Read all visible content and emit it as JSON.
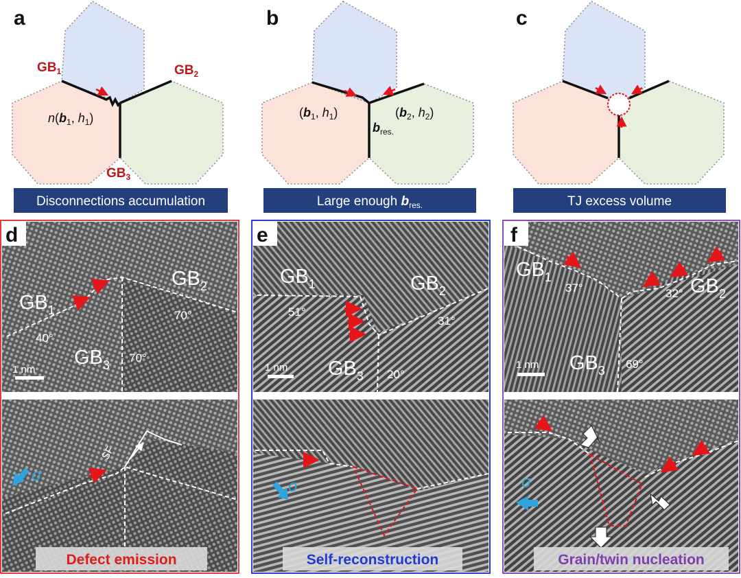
{
  "panels": {
    "a": {
      "letter": "a",
      "gb1": "GB",
      "gb1_sub": "1",
      "gb2": "GB",
      "gb2_sub": "2",
      "gb3": "GB",
      "gb3_sub": "3",
      "label_n": "n",
      "label_b": "b",
      "label_b_sub": "1",
      "label_h": "h",
      "label_h_sub": "1",
      "caption": "Disconnections accumulation"
    },
    "b": {
      "letter": "b",
      "left_b": "b",
      "left_b_sub": "1",
      "left_h": "h",
      "left_h_sub": "1",
      "right_b": "b",
      "right_b_sub": "2",
      "right_h": "h",
      "right_h_sub": "2",
      "bres": "b",
      "bres_sub": "res.",
      "caption_prefix": "Large enough ",
      "caption_b": "b",
      "caption_sub": "res."
    },
    "c": {
      "letter": "c",
      "caption": "TJ excess volume"
    },
    "d": {
      "letter": "d",
      "gb1": "GB",
      "gb1_sub": "1",
      "gb2": "GB",
      "gb2_sub": "2",
      "gb3": "GB",
      "gb3_sub": "3",
      "angle1": "40°",
      "angle2": "70°",
      "angle3": "70°",
      "scale": "1 nm",
      "sf": "SF",
      "sigma": "σ",
      "caption": "Defect emission"
    },
    "e": {
      "letter": "e",
      "gb1": "GB",
      "gb1_sub": "1",
      "gb2": "GB",
      "gb2_sub": "2",
      "gb3": "GB",
      "gb3_sub": "3",
      "angle1": "51°",
      "angle2": "31°",
      "angle3": "20°",
      "scale": "1 nm",
      "sigma": "σ",
      "caption": "Self-reconstruction"
    },
    "f": {
      "letter": "f",
      "gb1": "GB",
      "gb1_sub": "1",
      "gb2": "GB",
      "gb2_sub": "2",
      "gb3": "GB",
      "gb3_sub": "3",
      "angle1": "37°",
      "angle2": "32°",
      "angle3": "69°",
      "scale": "1 nm",
      "sigma": "σ",
      "caption": "Grain/twin nucleation"
    }
  },
  "colors": {
    "grain_blue": "#dbe3f6",
    "grain_pink": "#fbe3da",
    "grain_green": "#e6f0dc",
    "caption_bar": "#23407c",
    "arrow_red": "#e4151b",
    "sigma_blue": "#2ea3dc",
    "frame_d": "#e03a3a",
    "frame_e": "#2a3bd0",
    "frame_f": "#8a4bb6",
    "caption_d": "#e11b1b",
    "caption_e": "#1f3bd4",
    "caption_f": "#7b3fae"
  }
}
